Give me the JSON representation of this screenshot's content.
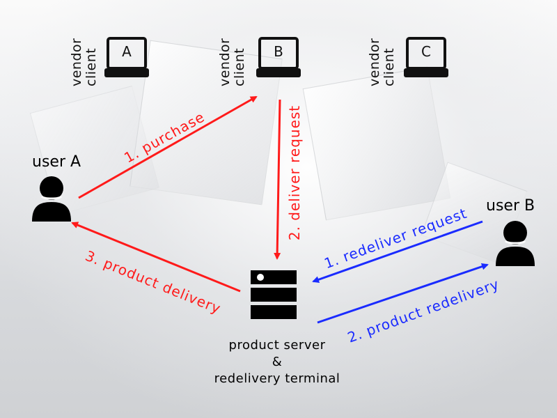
{
  "colors": {
    "red_flow": "#ff1a1a",
    "blue_flow": "#1a2bff",
    "icon": "#111111"
  },
  "vendors": [
    {
      "label": "vendor\nclient",
      "letter": "A"
    },
    {
      "label": "vendor\nclient",
      "letter": "B"
    },
    {
      "label": "vendor\nclient",
      "letter": "C"
    }
  ],
  "users": {
    "a": {
      "label": "user A"
    },
    "b": {
      "label": "user B"
    }
  },
  "server": {
    "line1": "product server",
    "line2": "&",
    "line3": "redelivery terminal"
  },
  "flows": {
    "purchase": "1. purchase",
    "deliver_request": "2. deliver request",
    "product_delivery": "3. product delivery",
    "redeliver_request": "1. redeliver request",
    "product_redelivery": "2. product redelivery"
  }
}
